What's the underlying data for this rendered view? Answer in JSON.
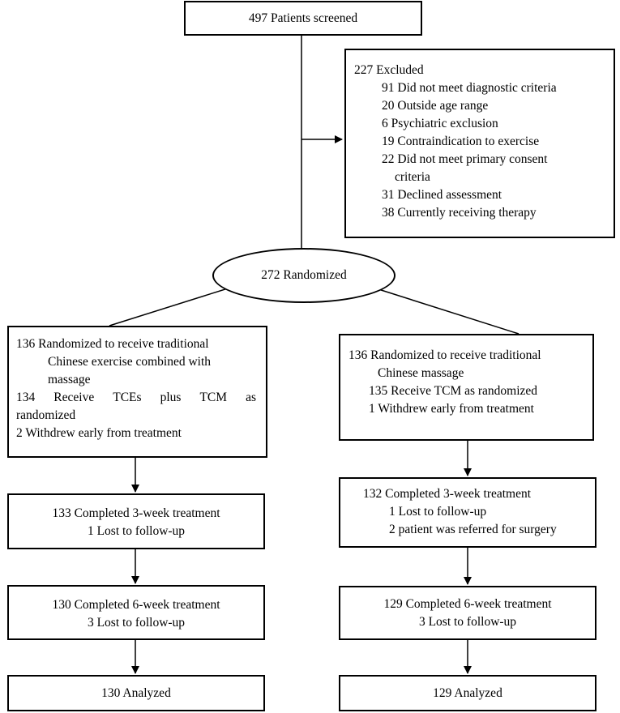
{
  "screened": {
    "label": "497 Patients screened"
  },
  "excluded": {
    "title": "227 Excluded",
    "items": [
      "91 Did not meet diagnostic criteria",
      "20 Outside age range",
      "6 Psychiatric exclusion",
      "19 Contraindication to exercise",
      "22  Did not meet primary consent",
      "criteria",
      "31 Declined assessment",
      "38 Currently receiving therapy"
    ]
  },
  "randomized": {
    "label": "272 Randomized"
  },
  "left": {
    "allocation": {
      "line1": "136 Randomized to receive traditional",
      "line2": "Chinese exercise combined with",
      "line3": "massage",
      "line4_words": [
        "134",
        "Receive",
        "TCEs",
        "plus",
        "TCM",
        "as"
      ],
      "line5": "randomized",
      "line6": "2 Withdrew early from treatment"
    },
    "week3": {
      "line1": "133 Completed 3-week treatment",
      "line2": "1 Lost to follow-up"
    },
    "week6": {
      "line1": "130 Completed 6-week treatment",
      "line2": "3 Lost to follow-up"
    },
    "analyzed": "130 Analyzed"
  },
  "right": {
    "allocation": {
      "line1": "136 Randomized to receive traditional",
      "line2": "Chinese massage",
      "line3": "135 Receive TCM as randomized",
      "line4": "1 Withdrew early from treatment"
    },
    "week3": {
      "line1": "132 Completed 3-week treatment",
      "line2": "1 Lost to follow-up",
      "line3": "2 patient was referred for surgery"
    },
    "week6": {
      "line1": "129 Completed 6-week treatment",
      "line2": "3 Lost to follow-up"
    },
    "analyzed": "129 Analyzed"
  }
}
